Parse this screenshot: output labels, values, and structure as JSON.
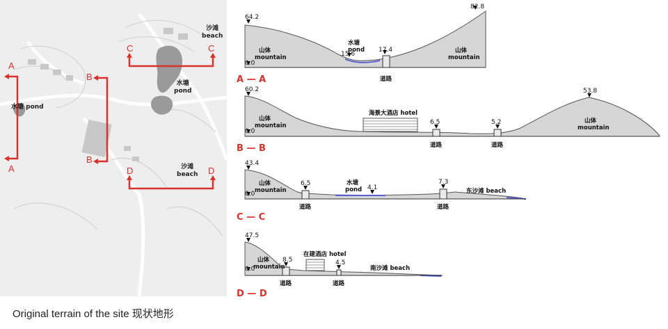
{
  "caption": "Original terrain of the site 现状地形",
  "map": {
    "pond_label_left": "水塘 pond",
    "pond_label_center": [
      "水塘",
      "pond"
    ],
    "beach_label_top": [
      "沙滩",
      "beach"
    ],
    "beach_label_bottom": [
      "沙滩",
      "beach"
    ],
    "section_markers": {
      "A_top": "A",
      "A_bottom": "A",
      "B_top": "B",
      "B_bottom": "B",
      "C_left": "C",
      "C_right": "C",
      "D_left": "D",
      "D_right": "D"
    }
  },
  "colors": {
    "section_line": "#d9312b",
    "terrain": "#d6d6d6",
    "water": "#5a5fd0",
    "map_bg": "#eeeeee"
  },
  "sections": [
    {
      "id": "A",
      "title": "A — A",
      "labels": {
        "mountain_left": [
          "山体",
          "mountain"
        ],
        "mountain_right": [
          "山体",
          "mountain"
        ],
        "pond": [
          "水塘",
          "pond"
        ],
        "road": "道路"
      },
      "elevations": {
        "left_peak": "64.2",
        "pond_level": "15.6",
        "road": "17.4",
        "right_peak": "82.8",
        "base": "0.0"
      }
    },
    {
      "id": "B",
      "title": "B — B",
      "labels": {
        "mountain_left": [
          "山体",
          "mountain"
        ],
        "mountain_right": [
          "山体",
          "mountain"
        ],
        "hotel": "海景大酒店 hotel",
        "road_1": "道路",
        "road_2": "道路"
      },
      "elevations": {
        "left_peak": "60.2",
        "road_1": "6.5",
        "road_2": "5.2",
        "right_peak": "53.8",
        "base": "0.0"
      }
    },
    {
      "id": "C",
      "title": "C — C",
      "labels": {
        "mountain": [
          "山体",
          "mountain"
        ],
        "pond": [
          "水塘",
          "pond"
        ],
        "beach": "东沙滩 beach",
        "road_1": "道路",
        "road_2": "道路"
      },
      "elevations": {
        "left_peak": "43.4",
        "road_1": "6.5",
        "pond_level": "4.1",
        "road_2": "7.3",
        "base": "0.0"
      }
    },
    {
      "id": "D",
      "title": "D — D",
      "labels": {
        "mountain": [
          "山体",
          "mountain"
        ],
        "hotel": "在建酒店 hotel",
        "beach": "南沙滩 beach",
        "road_1": "道路",
        "road_2": "道路"
      },
      "elevations": {
        "left_peak": "47.5",
        "road_1": "8.5",
        "road_2": "4.5",
        "base": "0.0"
      }
    }
  ]
}
